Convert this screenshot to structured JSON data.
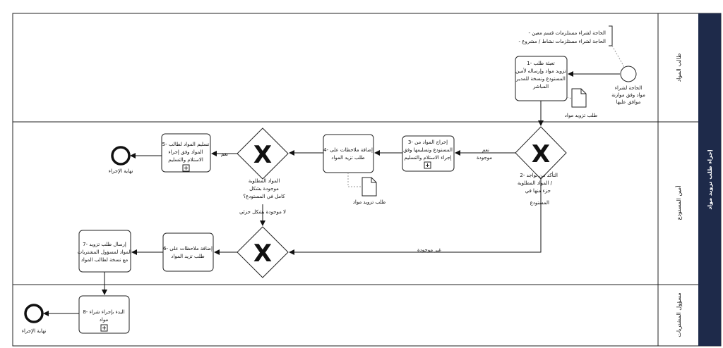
{
  "pool": {
    "title": "إجراء طلب تزويد مواد",
    "fill": "#1e2a4a"
  },
  "lanes": [
    {
      "label": "طالب المواد"
    },
    {
      "label": "أمين المستودع"
    },
    {
      "label": "مسؤول المشتريات"
    }
  ],
  "start": {
    "label_lines": [
      "الحاجة لشراء",
      "مواد وفق موازنة",
      "موافق عليها"
    ]
  },
  "annotation": {
    "lines": [
      "- الحاجة لشراء مستلزمات قسم معين",
      "- الحاجة لشراء مستلزمات نشاط / مشروع"
    ]
  },
  "tasks": {
    "t1": {
      "lines": [
        "1- تعبئة طلب",
        "تزويد مواد وإرساله لأمين",
        "المستودع ونسخة للمدير",
        "المباشر"
      ]
    },
    "t3": {
      "lines": [
        "3- إخراج المواد من",
        "المستودع وتسليمها وفق",
        "إجراء الاستلام والتسليم"
      ]
    },
    "t4": {
      "lines": [
        "4- إضافة ملاحظات على",
        "طلب تزيد المواد"
      ]
    },
    "t5": {
      "lines": [
        "5- تسليم المواد لطالب",
        "المواد وفق إجراء",
        "الاستلام والتسليم"
      ]
    },
    "t6": {
      "lines": [
        "6- إضافة ملاحظات على",
        "طلب تزيد المواد"
      ]
    },
    "t7": {
      "lines": [
        "7- إرسال طلب تزويد",
        "المواد لمسؤول المشتريات",
        "مع نسخة لطالب المواد"
      ]
    },
    "t8": {
      "lines": [
        "8- البدء بإجراء شراء",
        "مواد"
      ]
    }
  },
  "gateways": {
    "g2": {
      "lines": [
        "2- التأكد من تواجد",
        "المواد المطلوبة /",
        "جزء منها في",
        "المستودع"
      ]
    },
    "g_full": {
      "lines": [
        "المواد المطلوبة",
        "موجودة بشكل",
        "كامل في المستودع؟"
      ]
    }
  },
  "docs": {
    "d1": {
      "label": "طلب تزويد مواد"
    },
    "d2": {
      "label": "طلب تزويد مواد"
    }
  },
  "flows": {
    "yes_found": [
      "نعم",
      "موجودة"
    ],
    "yes": "نعم",
    "no_partial": "لا موجودة بشكل جزئي",
    "not_found": "غير موجودة"
  },
  "ends": {
    "e1": {
      "label": "نهاية الإجراء"
    },
    "e2": {
      "label": "نهاية الإجراء"
    }
  }
}
